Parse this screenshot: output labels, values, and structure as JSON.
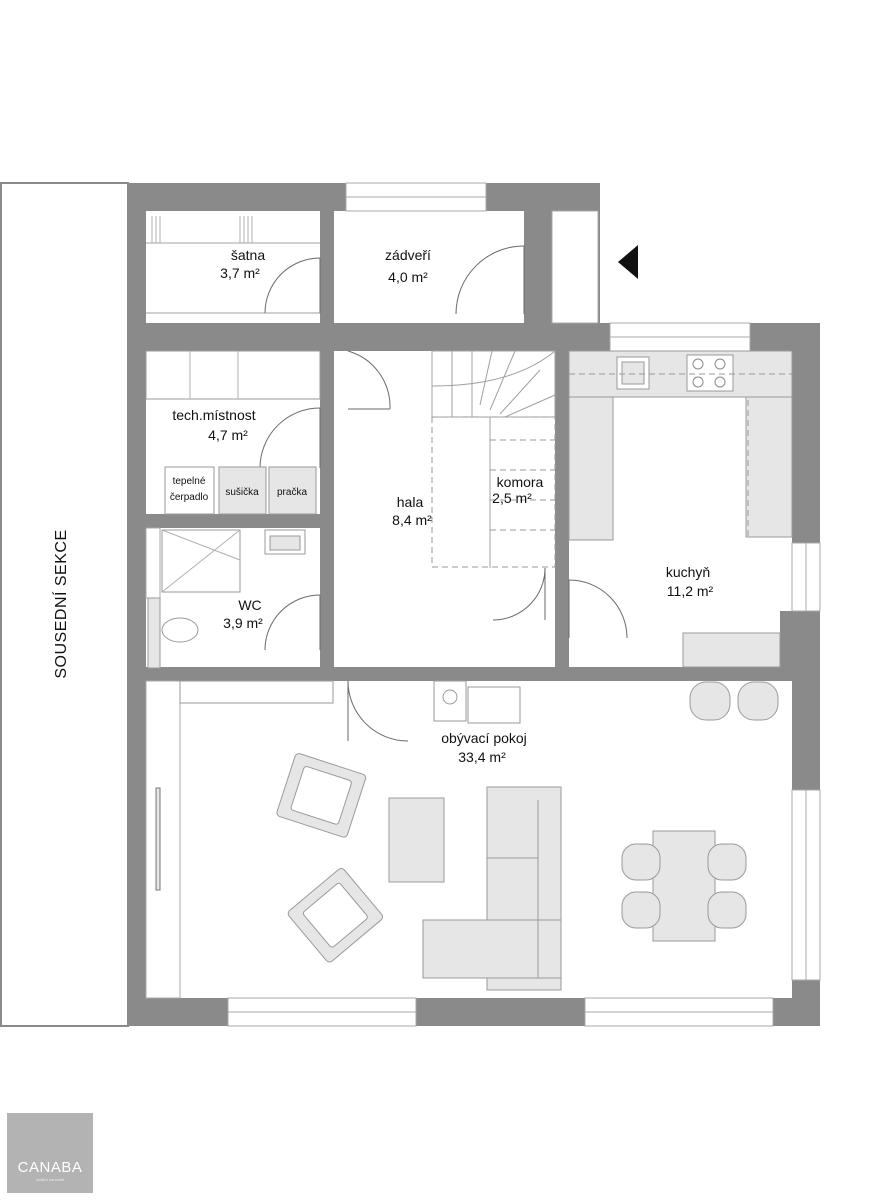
{
  "rooms": {
    "satna": {
      "name": "šatna",
      "area": "3,7 m²"
    },
    "zadveri": {
      "name": "zádveří",
      "area": "4,0 m²"
    },
    "tech": {
      "name": "tech.místnost",
      "area": "4,7 m²"
    },
    "hala": {
      "name": "hala",
      "area": "8,4 m²"
    },
    "komora": {
      "name": "komora",
      "area": "2,5 m²"
    },
    "kuchyn": {
      "name": "kuchyň",
      "area": "11,2 m²"
    },
    "wc": {
      "name": "WC",
      "area": "3,9 m²"
    },
    "obyvaci": {
      "name": "obývací pokoj",
      "area": "33,4 m²"
    }
  },
  "appliances": {
    "heat_pump_line1": "tepelné",
    "heat_pump_line2": "čerpadlo",
    "dryer": "sušička",
    "washer": "pračka"
  },
  "neighbor_label": "SOUSEDNÍ SEKCE",
  "logo": {
    "name": "CANABA",
    "tagline": "realitní kancelář"
  },
  "colors": {
    "wall": "#8a8a8a",
    "furniture_fill": "#e6e6e6",
    "logo_bg": "#b3b3b3"
  },
  "icons": {
    "entrance": "entrance-arrow-icon"
  }
}
